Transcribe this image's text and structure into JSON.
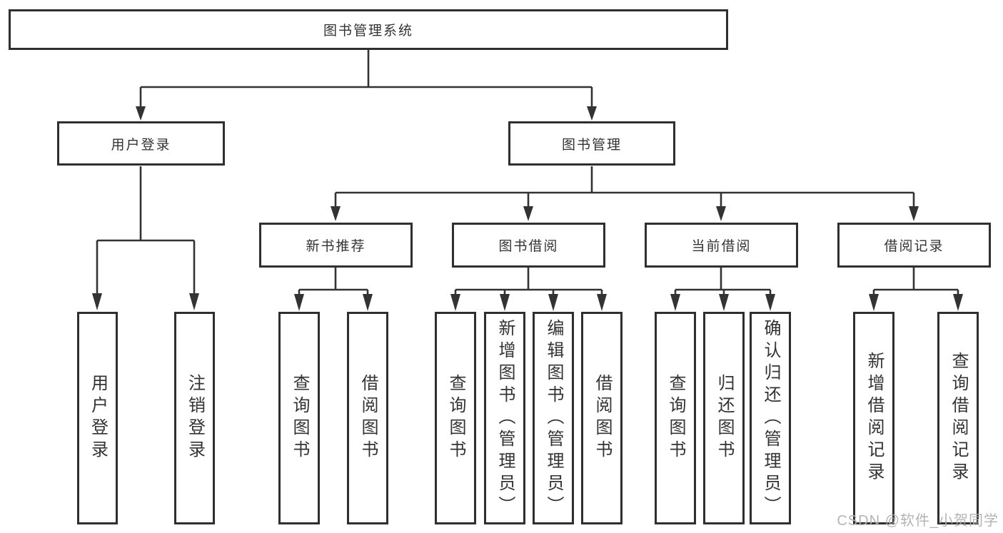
{
  "diagram": {
    "root": {
      "label": "图书管理系统"
    },
    "login": {
      "label": "用户登录",
      "children": [
        {
          "label": "用户登录"
        },
        {
          "label": "注销登录"
        }
      ]
    },
    "management": {
      "label": "图书管理",
      "sections": [
        {
          "label": "新书推荐",
          "children": [
            {
              "label": "查询图书"
            },
            {
              "label": "借阅图书"
            }
          ]
        },
        {
          "label": "图书借阅",
          "children": [
            {
              "label": "查询图书"
            },
            {
              "label": "新增图书（管理员）"
            },
            {
              "label": "编辑图书（管理员）"
            },
            {
              "label": "借阅图书"
            }
          ]
        },
        {
          "label": "当前借阅",
          "children": [
            {
              "label": "查询图书"
            },
            {
              "label": "归还图书"
            },
            {
              "label": "确认归还（管理员）"
            }
          ]
        },
        {
          "label": "借阅记录",
          "children": [
            {
              "label": "新增借阅记录"
            },
            {
              "label": "查询借阅记录"
            }
          ]
        }
      ]
    }
  },
  "watermark": {
    "text": "CSDN @软件_小贺同学"
  },
  "colors": {
    "line": "#333333",
    "border": "#2f2f2f",
    "text": "#333333",
    "watermark": "#b0b0b0",
    "background": "#ffffff"
  }
}
